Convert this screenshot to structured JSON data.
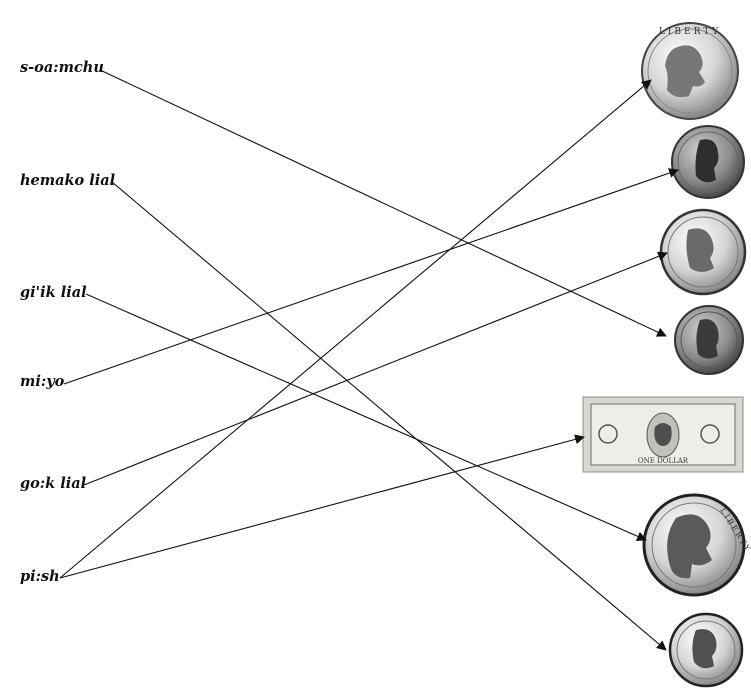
{
  "terms": [
    "s-oa:mchu",
    "hemako lial",
    "gi'ik lial",
    "mi:yo",
    "go:k lial",
    "pi:sh"
  ],
  "items": [
    {
      "icon": "eisenhower-dollar-coin-icon",
      "caption": "LIBERTY"
    },
    {
      "icon": "nickel-coin-icon"
    },
    {
      "icon": "quarter-coin-icon"
    },
    {
      "icon": "penny-coin-icon"
    },
    {
      "icon": "one-dollar-bill-icon",
      "caption": "ONE DOLLAR"
    },
    {
      "icon": "half-dollar-coin-icon",
      "caption": "LIBERTY"
    },
    {
      "icon": "dime-coin-icon"
    }
  ],
  "matches": [
    {
      "term": 0,
      "item": 3
    },
    {
      "term": 1,
      "item": 6
    },
    {
      "term": 2,
      "item": 5
    },
    {
      "term": 3,
      "item": 1
    },
    {
      "term": 4,
      "item": 2
    },
    {
      "term": 5,
      "item": 0
    },
    {
      "term": 5,
      "item": 4
    }
  ],
  "colors": {
    "line": "#111111",
    "coin_light": "#f2f2f2",
    "coin_dark": "#555555",
    "bill": "#c9cfc6"
  }
}
